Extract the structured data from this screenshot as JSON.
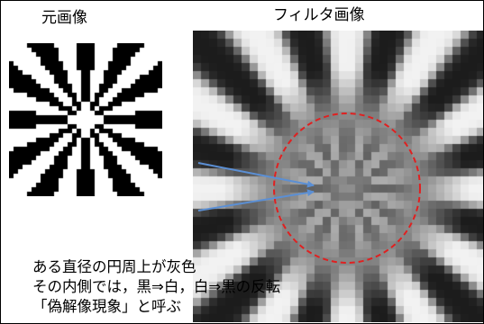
{
  "titles": {
    "original": "元画像",
    "filtered": "フィルタ画像"
  },
  "captions": [
    "ある直径の円周上が灰色",
    "その内側では，黒⇒白，白⇒黒の反転",
    "「偽解像現象」と呼ぶ"
  ],
  "colors": {
    "circle": "#e02020",
    "arrow": "#5b8fd4"
  },
  "pattern": {
    "spokes": 24
  }
}
